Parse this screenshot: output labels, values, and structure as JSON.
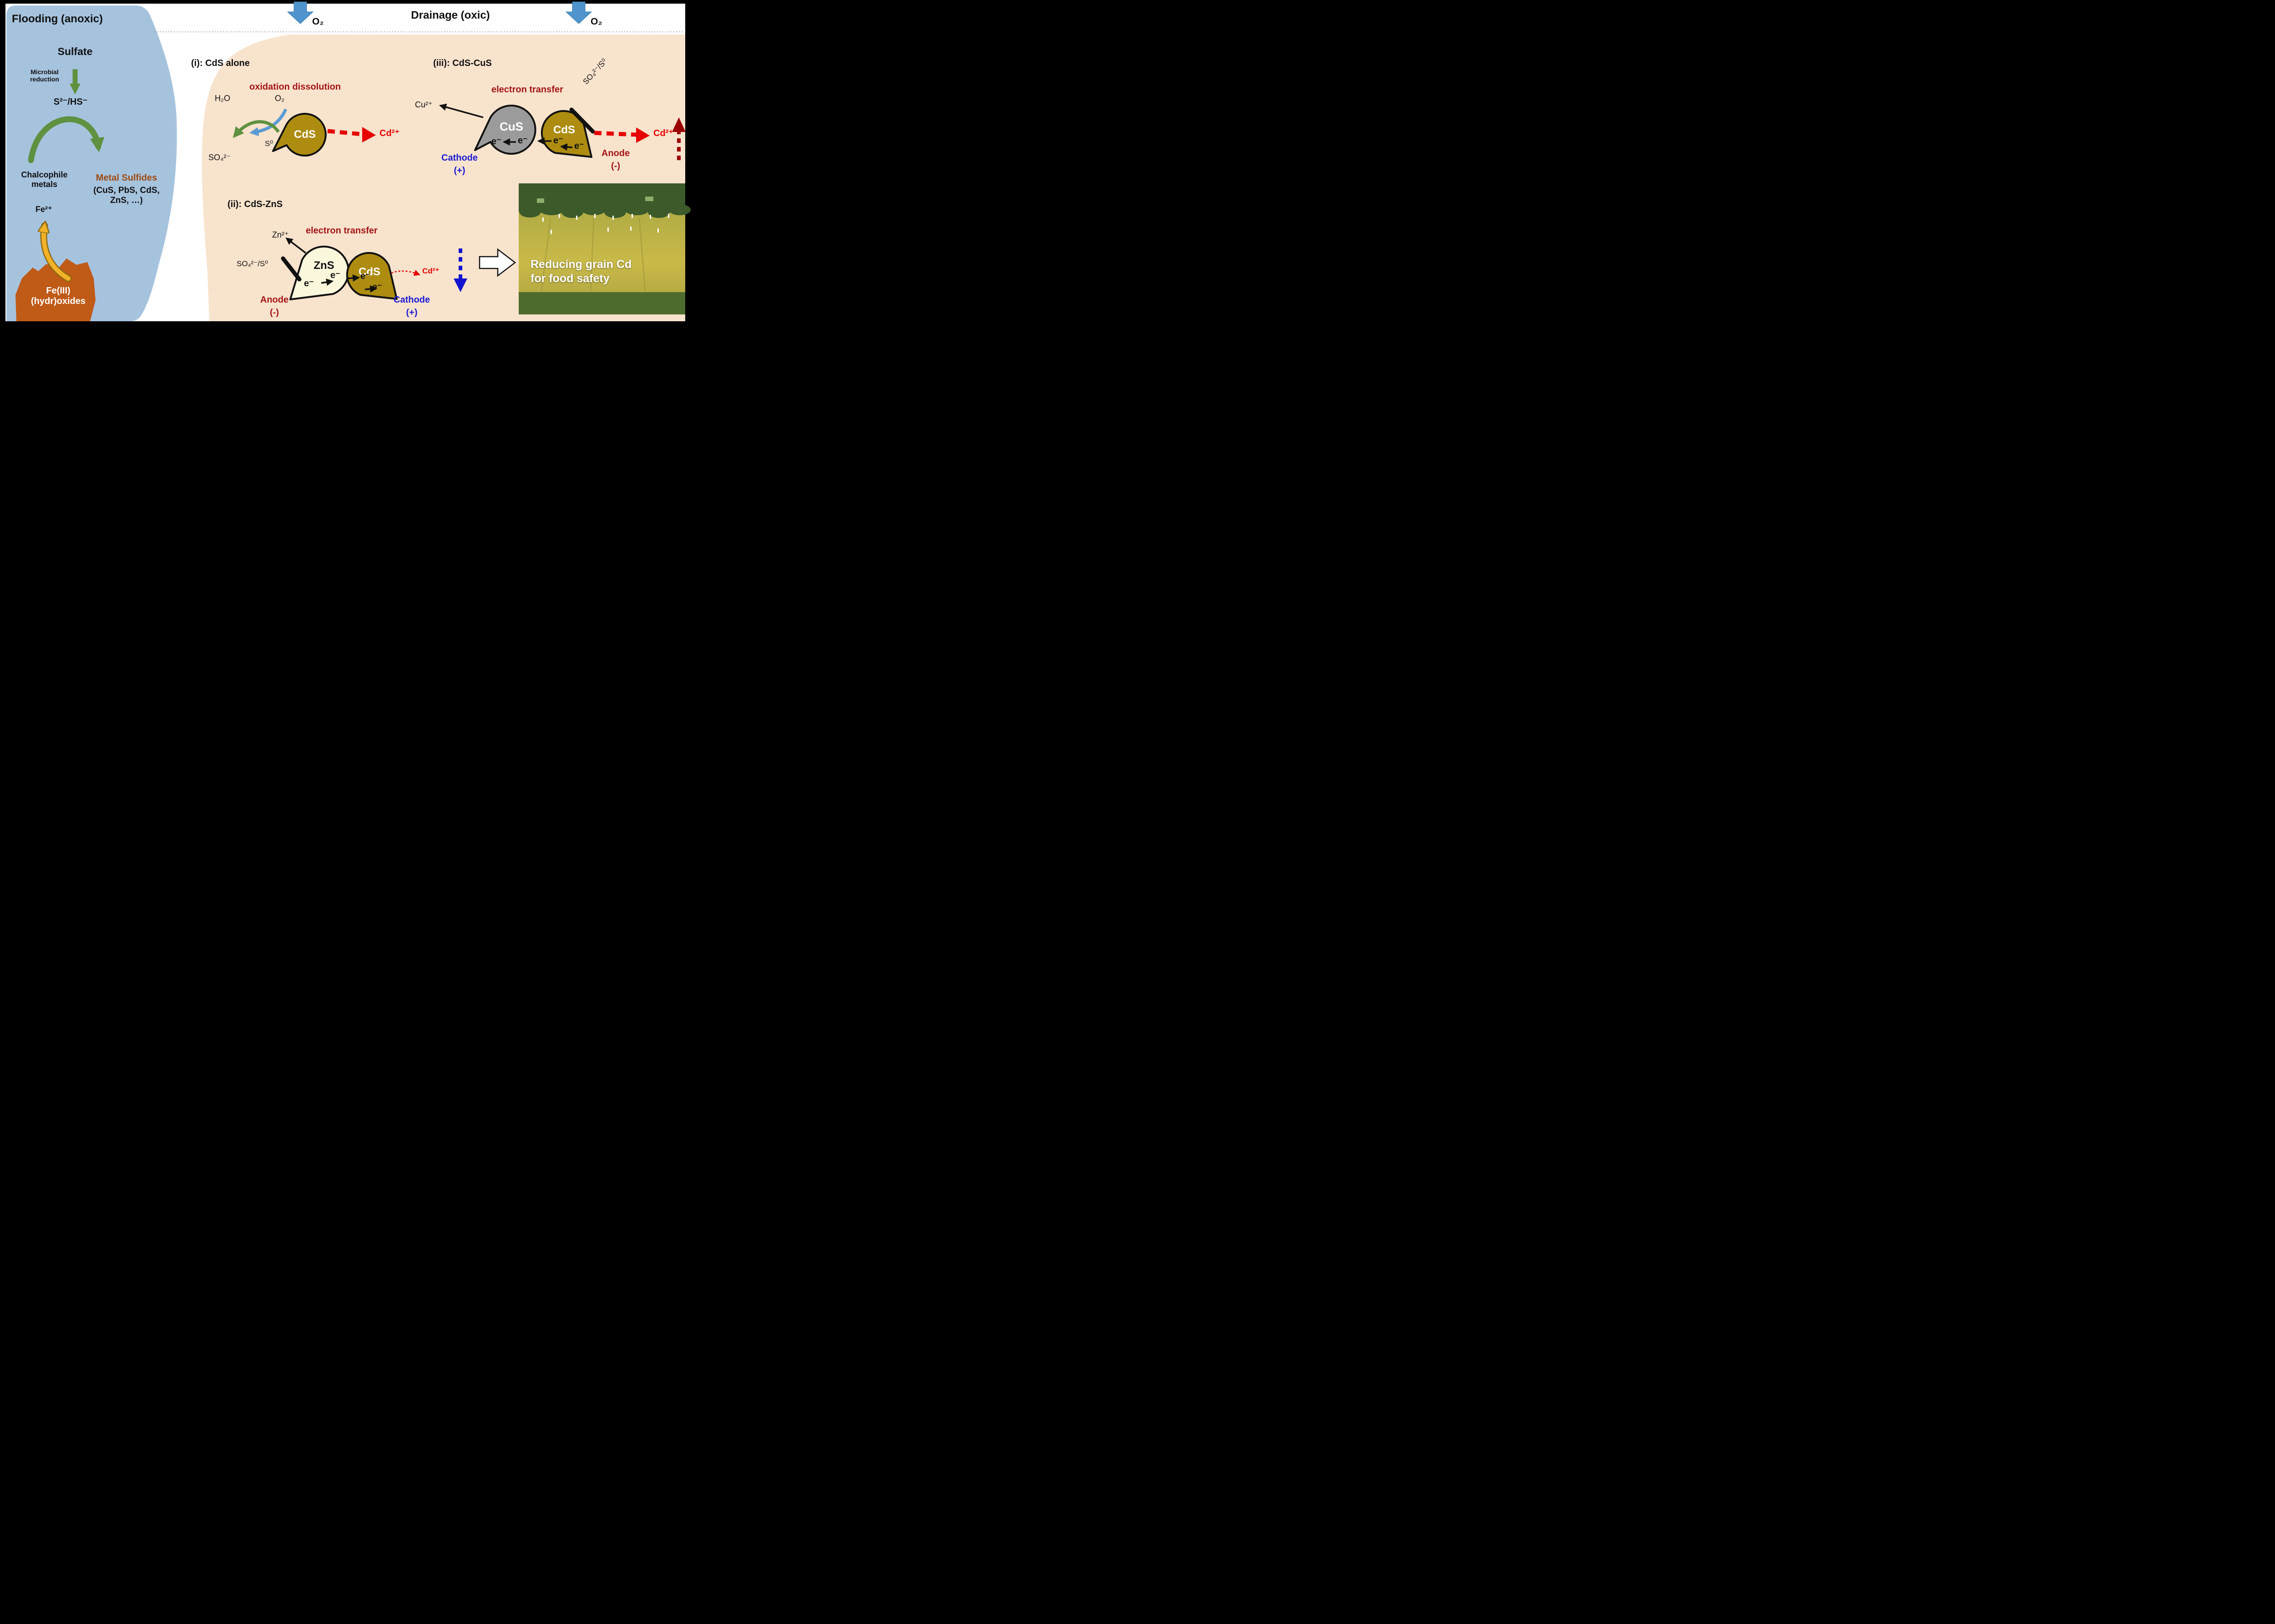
{
  "colors": {
    "panel_blue": "#a6c3de",
    "soil_beige": "#f8e3cd",
    "dark_red": "#a31515",
    "bright_red": "#e60000",
    "cathode_blue": "#1b1bd4",
    "cds_gold": "#ad8c10",
    "cus_gray": "#9b9b9b",
    "zns_pale": "#fbf7dd",
    "fe_orange": "#c05a17",
    "arrow_green": "#5e9140",
    "o2_blue": "#4f94cc",
    "fe_arrow_gold": "#f2b228"
  },
  "flooding": {
    "title": "Flooding (anoxic)",
    "sulfate": "Sulfate",
    "microbial": "Microbial\nreduction",
    "sulfide": "S²⁻/HS⁻",
    "chalcophile": "Chalcophile\nmetals",
    "metal_sulfides": "Metal Sulfides",
    "metal_sulfides_examples": "(CuS, PbS, CdS,\nZnS, …)",
    "fe2": "Fe²⁺",
    "fe_oxides": "Fe(III)\n(hydr)oxides"
  },
  "drainage": {
    "title": "Drainage (oxic)",
    "o2_left": "O₂",
    "o2_right": "O₂"
  },
  "panel_i": {
    "title": "(i): CdS alone",
    "process": "oxidation dissolution",
    "h2o": "H₂O",
    "o2": "O₂",
    "sulfate": "SO₄²⁻",
    "s0": "S⁰",
    "cds": "CdS",
    "cd2": "Cd²⁺"
  },
  "panel_ii": {
    "title": "(ii): CdS-ZnS",
    "process": "electron transfer",
    "zn2": "Zn²⁺",
    "couple": "SO₄²⁻/S⁰",
    "zns": "ZnS",
    "cds": "CdS",
    "e": "e⁻",
    "anode": "Anode",
    "anode_sign": "(-)",
    "cathode": "Cathode",
    "cathode_sign": "(+)",
    "cd2": "Cd²⁺"
  },
  "panel_iii": {
    "title": "(iii): CdS-CuS",
    "process": "electron transfer",
    "cu2": "Cu²⁺",
    "couple": "SO₄²⁻/S⁰",
    "cus": "CuS",
    "cds": "CdS",
    "e": "e⁻",
    "cathode": "Cathode",
    "cathode_sign": "(+)",
    "anode": "Anode",
    "anode_sign": "(-)",
    "cd2": "Cd²⁺"
  },
  "photo": {
    "caption": "Reducing grain Cd\nfor food safety"
  }
}
